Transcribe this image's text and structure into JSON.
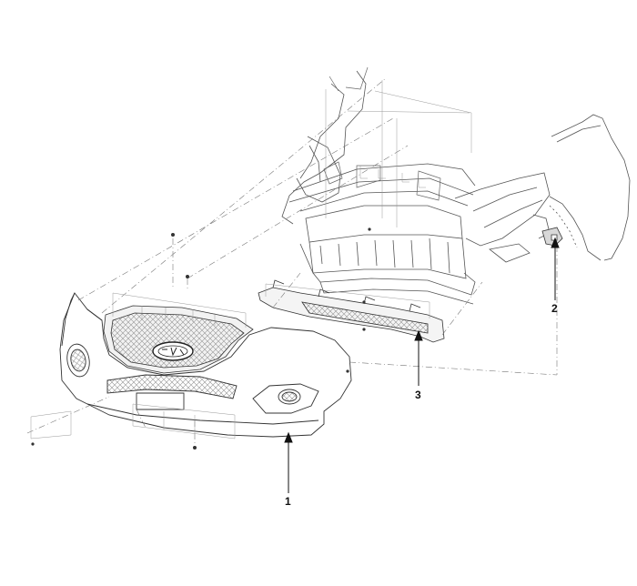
{
  "callouts": [
    {
      "id": "1",
      "label": "1"
    },
    {
      "id": "2",
      "label": "2"
    },
    {
      "id": "3",
      "label": "3"
    }
  ],
  "colors": {
    "ink": "#2b2b2b",
    "line": "#555555",
    "hatch": "#8a8a8a"
  }
}
